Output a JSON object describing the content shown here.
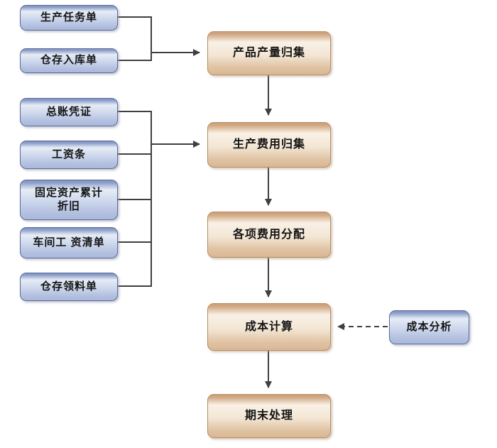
{
  "source_boxes": [
    {
      "label": "生产任务单"
    },
    {
      "label": "仓存入库单"
    },
    {
      "label": "总账凭证"
    },
    {
      "label": "工资条"
    },
    {
      "label": "固定资产累计\n折旧"
    },
    {
      "label": "车间工 资清单"
    },
    {
      "label": "仓存领料单"
    }
  ],
  "process_boxes": [
    {
      "label": "产品产量归集"
    },
    {
      "label": "生产费用归集"
    },
    {
      "label": "各项费用分配"
    },
    {
      "label": "成本计算"
    },
    {
      "label": "期末处理"
    }
  ],
  "side_box": {
    "label": "成本分析"
  },
  "flow": {
    "inputs_to_product_output_collection": [
      "生产任务单",
      "仓存入库单"
    ],
    "inputs_to_production_cost_collection": [
      "总账凭证",
      "工资条",
      "固定资产累计折旧",
      "车间工 资清单",
      "仓存领料单"
    ],
    "main_sequence": [
      "产品产量归集",
      "生产费用归集",
      "各项费用分配",
      "成本计算",
      "期末处理"
    ],
    "dashed_link": {
      "from": "成本分析",
      "to": "成本计算",
      "style": "dashed"
    }
  },
  "colors": {
    "blue_box_border": "#5a6b9c",
    "blue_box_highlight": "#e6ecf6",
    "blue_box_base": "#aab8da",
    "tan_box_border": "#b98e63",
    "tan_box_highlight": "#f9f1e6",
    "tan_box_base": "#d9b795",
    "connector": "#3f3f3f",
    "text": "#141414",
    "background": "#ffffff"
  }
}
